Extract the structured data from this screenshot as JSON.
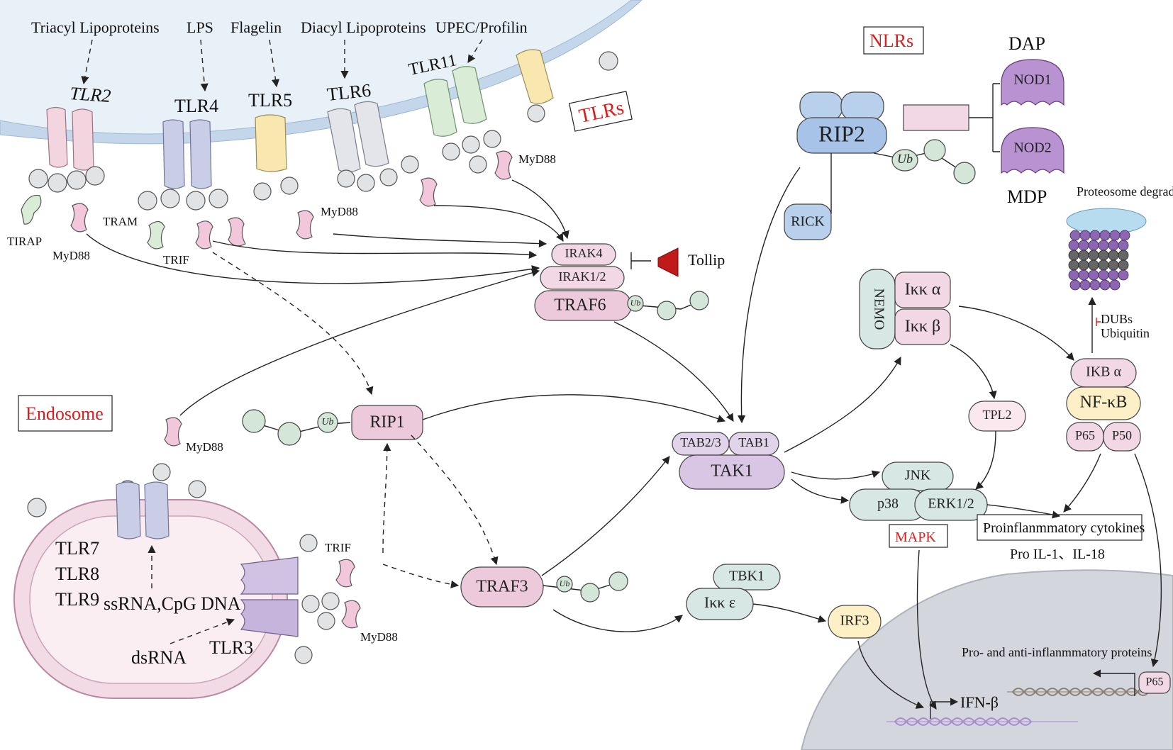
{
  "ligands": {
    "triacyl": "Triacyl Lipoproteins",
    "lps": "LPS",
    "flagelin": "Flagelin",
    "diacyl": "Diacyl Lipoproteins",
    "upec": "UPEC/Profilin"
  },
  "receptors": {
    "tlr2": "TLR2",
    "tlr4": "TLR4",
    "tlr5": "TLR5",
    "tlr6": "TLR6",
    "tlr11": "TLR11",
    "tlr7": "TLR7",
    "tlr8": "TLR8",
    "tlr9": "TLR9",
    "tlr3": "TLR3"
  },
  "adaptors": {
    "tirap": "TIRAP",
    "myd88": "MyD88",
    "tram": "TRAM",
    "trif": "TRIF"
  },
  "sections": {
    "tlrs": "TLRs",
    "nlrs": "NLRs",
    "endosome": "Endosome",
    "mapk": "MAPK"
  },
  "endosome_ligands": {
    "ssrna": "ssRNA,CpG DNA",
    "dsrna": "dsRNA"
  },
  "nodes": {
    "irak4": "IRAK4",
    "irak12": "IRAK1/2",
    "traf6": "TRAF6",
    "tollip": "Tollip",
    "ub": "Ub",
    "rip1": "RIP1",
    "traf3": "TRAF3",
    "tab23": "TAB2/3",
    "tab1": "TAB1",
    "tak1": "TAK1",
    "tbk1": "TBK1",
    "ikke": "Iκκ ε",
    "irf3": "IRF3",
    "rip2": "RIP2",
    "rick": "RICK",
    "nod1": "NOD1",
    "nod2": "NOD2",
    "dap": "DAP",
    "mdp": "MDP",
    "nemo": "NEMO",
    "ikka": "Iκκ α",
    "ikkb": "Iκκ β",
    "tpl2": "TPL2",
    "jnk": "JNK",
    "p38": "p38",
    "erk": "ERK1/2",
    "ikba": "IKB α",
    "nfkb": "NF-κB",
    "p65": "P65",
    "p50": "P50",
    "proteosome": "Proteosome degradation",
    "dubs": "DUBs",
    "ubiquitin": "Ubiquitin",
    "cytokines": "Proinflanmmatory cytokines",
    "pro_il": "Pro IL-1、IL-18",
    "nucleus_genes": "Pro- and anti-inflanmmatory proteins",
    "ifnb": "IFN-β",
    "p65_nuc": "P65"
  },
  "colors": {
    "membrane": "#dbe6f2",
    "membrane_edge": "#aabfd8",
    "tlr_pink": "#f2d5de",
    "tlr_blue": "#c9cde6",
    "tlr_yellow": "#f8e8b0",
    "tlr_gray": "#e3e5ea",
    "tlr_green": "#d8ecd6",
    "pink_node": "#eccadb",
    "purple_node": "#d9c6e4",
    "green_node": "#d3e6d8",
    "blue_node": "#b9d0ec",
    "nod_purple": "#b993d1",
    "nucleus": "#cdd0d8",
    "red_text": "#e01a1a",
    "tollip_red": "#c11a1a"
  }
}
